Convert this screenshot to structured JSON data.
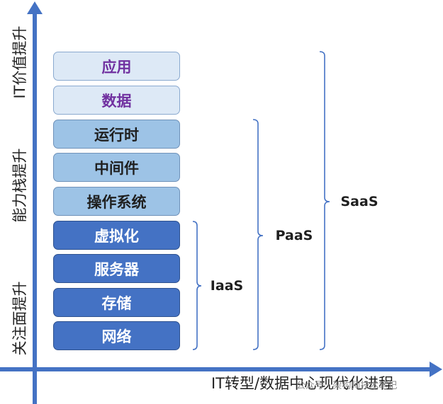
{
  "layers": [
    {
      "label": "应用",
      "level": "top"
    },
    {
      "label": "数据",
      "level": "top"
    },
    {
      "label": "运行时",
      "level": "mid"
    },
    {
      "label": "中间件",
      "level": "mid"
    },
    {
      "label": "操作系统",
      "level": "mid"
    },
    {
      "label": "虚拟化",
      "level": "low"
    },
    {
      "label": "服务器",
      "level": "low"
    },
    {
      "label": "存储",
      "level": "low"
    },
    {
      "label": "网络",
      "level": "low"
    }
  ],
  "y_axis_labels": {
    "top": "IT价值提升",
    "middle": "能力栈提升",
    "bottom": "关注面提升"
  },
  "x_axis_label": "IT转型/数据中心现代化进程",
  "services": {
    "iaas": "IaaS",
    "paas": "PaaS",
    "saas": "SaaS"
  },
  "watermark": "公众号 · 架构师技术笔记",
  "colors": {
    "axis": "#4472c4",
    "bracket": "#4472c4",
    "top_fill": "#dde9f6",
    "mid_fill": "#9dc3e6",
    "low_fill": "#4472c4",
    "top_text": "#7030a0"
  }
}
